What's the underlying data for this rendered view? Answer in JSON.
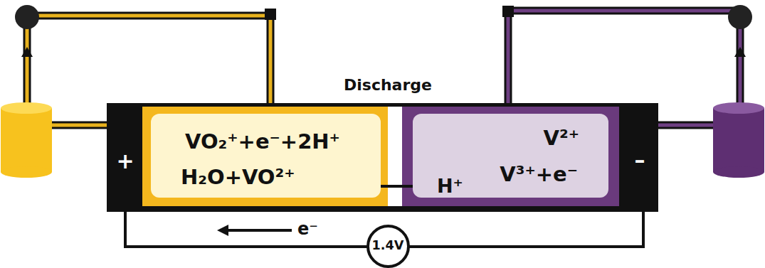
{
  "diagram": {
    "title": "Discharge",
    "nodes": [
      {
        "text": [
          "VO₂⁺+e⁻+2H⁺",
          "H₂O+VO²⁺"
        ]
      },
      {
        "text": [
          "V²⁺",
          "V³⁺+e⁻"
        ]
      },
      {
        "text": [
          "1.4V"
        ]
      }
    ],
    "labels": [
      "+",
      "–",
      "H⁺",
      "e⁻"
    ]
  }
}
